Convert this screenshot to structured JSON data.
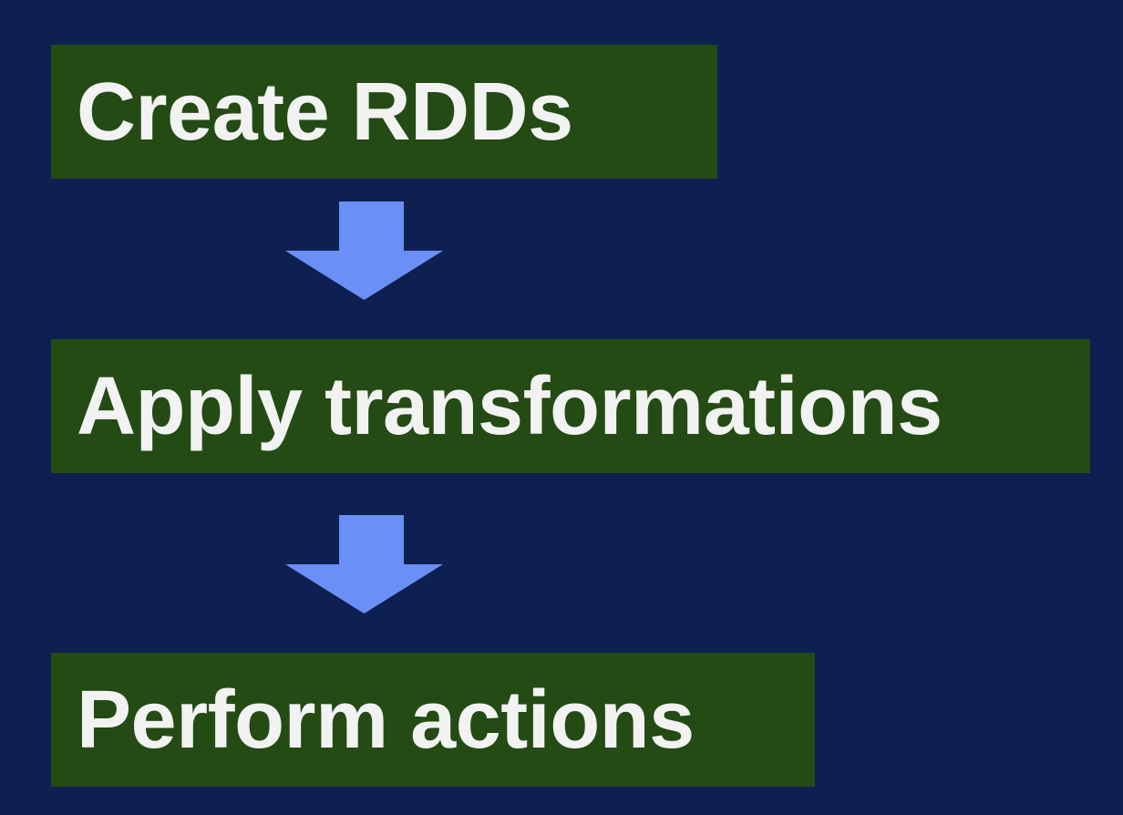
{
  "colors": {
    "background": "#0e1f52",
    "box_fill": "#234b13",
    "text": "#f2f2f2",
    "arrow": "#6b90f5"
  },
  "steps": [
    {
      "label": "Create RDDs"
    },
    {
      "label": "Apply transformations"
    },
    {
      "label": "Perform actions"
    }
  ],
  "arrows": [
    {
      "icon": "down-arrow-icon"
    },
    {
      "icon": "down-arrow-icon"
    }
  ]
}
